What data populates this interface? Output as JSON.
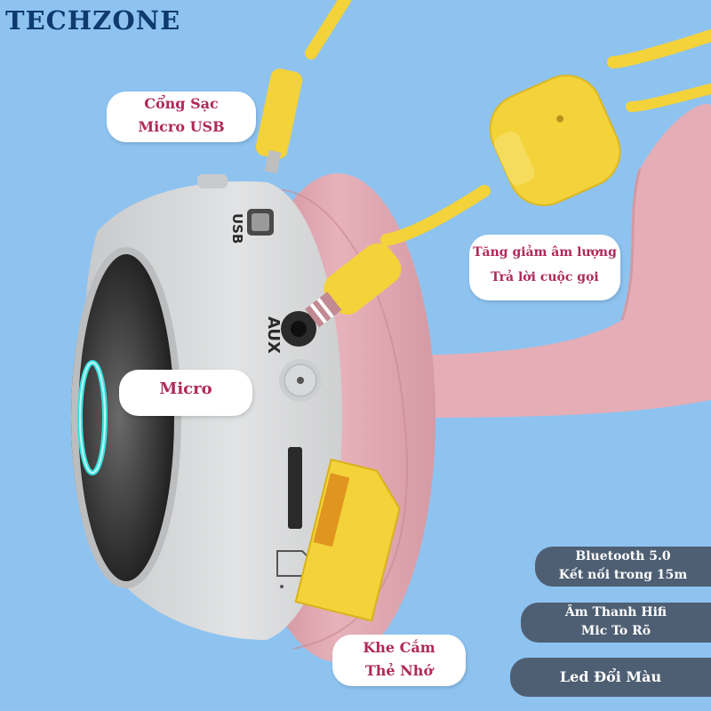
{
  "brand": {
    "name": "TECHZONE"
  },
  "callouts": {
    "usb": {
      "line1": "Cổng Sạc",
      "line2": "Micro USB"
    },
    "volume": {
      "line1": "Tăng giảm âm lượng",
      "line2": "Trả lời cuộc gọi"
    },
    "micro": {
      "line1": "Micro"
    },
    "card": {
      "line1": "Khe Cắm",
      "line2": "Thẻ Nhớ"
    }
  },
  "features": [
    {
      "line1": "Bluetooth 5.0",
      "line2": "Kết nối trong 15m"
    },
    {
      "line1": "Âm Thanh Hifi",
      "line2": "Mic To Rõ"
    },
    {
      "line1": "Led Đổi Màu"
    }
  ],
  "device_labels": {
    "usb": "USB",
    "aux": "AUX"
  },
  "colors": {
    "background": "#8ec3f0",
    "brand": "#0e3a6e",
    "callout_text": "#b0295a",
    "pill": "#4e5f73",
    "earcup": "#d9dadb",
    "cushion": "#e3a9b3",
    "cable": "#f3d23a",
    "led": "#38e0e0"
  }
}
